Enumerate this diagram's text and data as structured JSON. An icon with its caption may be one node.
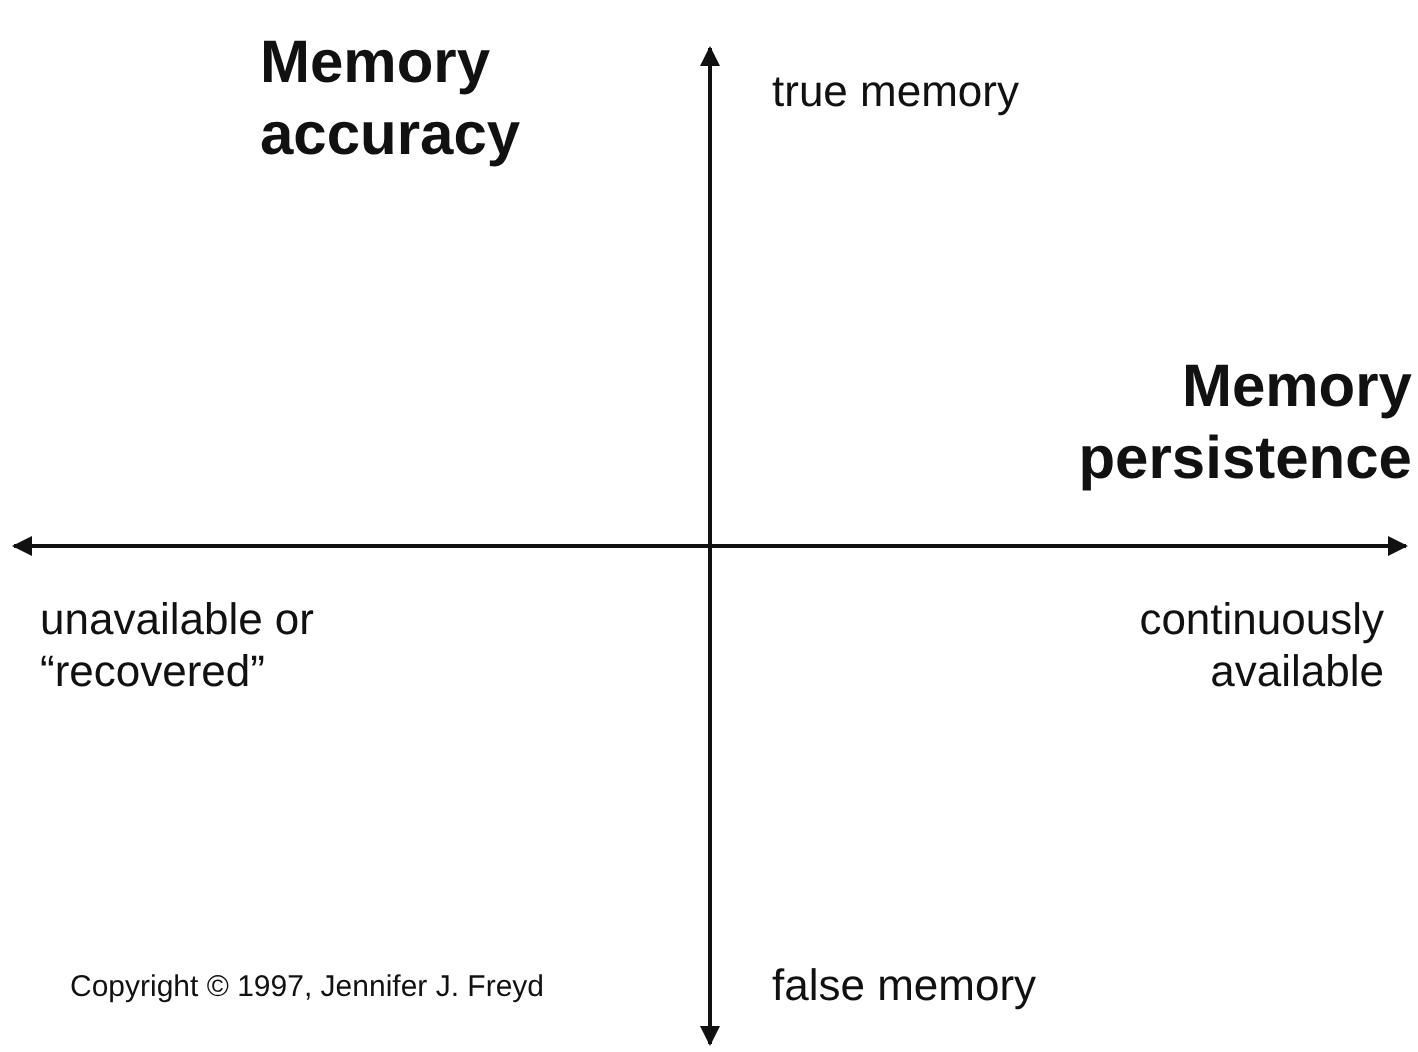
{
  "diagram": {
    "labels": [
      "Memory accuracy",
      "true memory",
      "Memory persistence",
      "unavailable or “recovered”",
      "continuously available",
      "Copyright © 1997, Jennifer J. Freyd",
      "false memory"
    ]
  }
}
